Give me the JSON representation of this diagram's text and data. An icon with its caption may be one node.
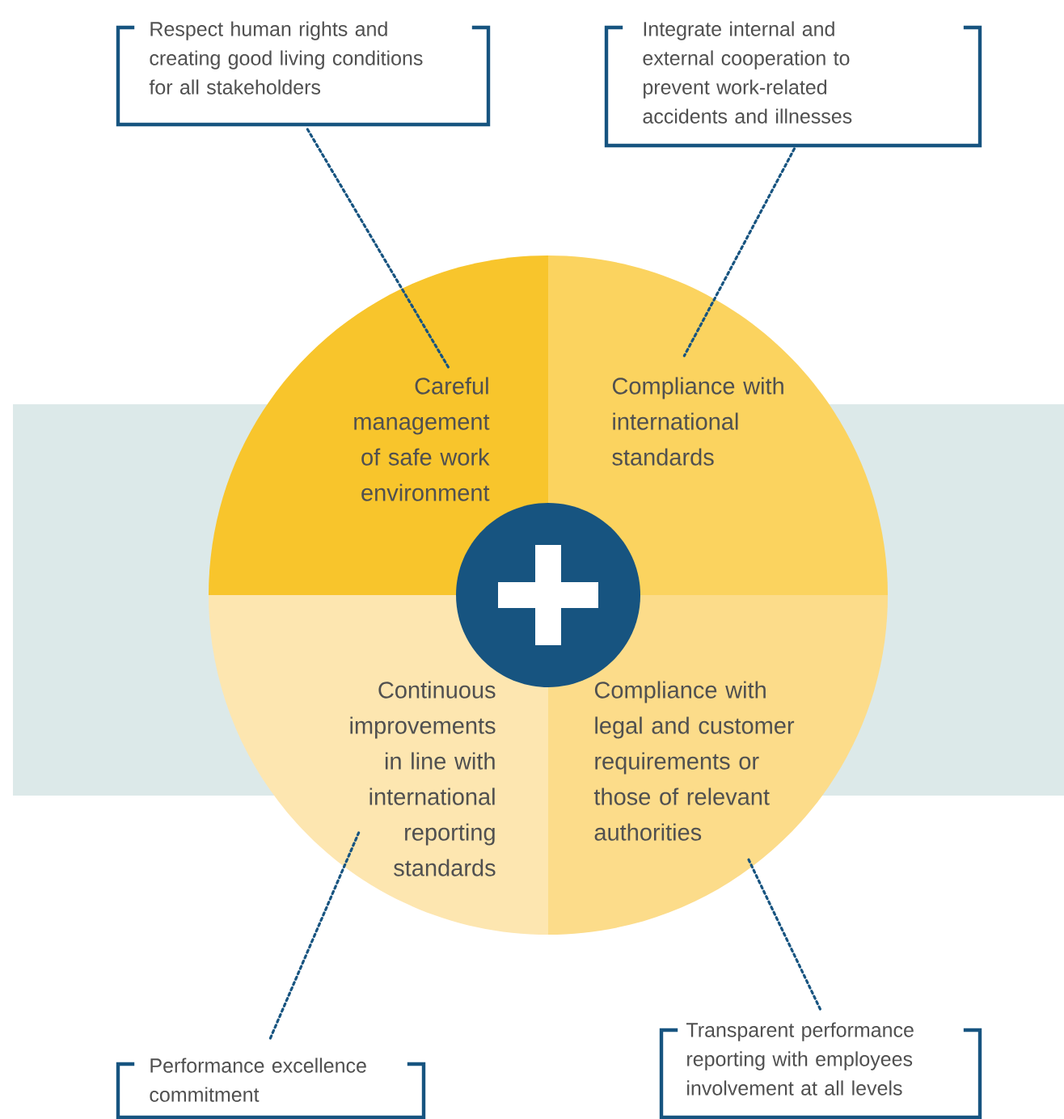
{
  "diagram": {
    "nodes": [
      {
        "text": [
          "Respect human rights and creating good living conditions for all stakeholders"
        ]
      },
      {
        "text": [
          "Integrate internal and external cooperation to prevent work-related accidents and illnesses"
        ]
      },
      {
        "text": [
          "Careful management of safe work environment"
        ]
      },
      {
        "text": [
          "Compliance with international standards"
        ]
      },
      {
        "text": [
          "Continuous improvements in line with international reporting standards"
        ]
      },
      {
        "text": [
          "Compliance with legal and customer requirements or those of relevant authorities"
        ]
      },
      {
        "text": [],
        "shape": "circle"
      },
      {
        "text": [
          "Performance excellence commitment"
        ]
      },
      {
        "text": [
          "Transparent performance reporting with employees involvement at all levels"
        ]
      }
    ],
    "edges": [
      {
        "from": 0,
        "to": 2,
        "arrow": "none"
      },
      {
        "from": 1,
        "to": 3,
        "arrow": "none"
      },
      {
        "from": 7,
        "to": 4,
        "arrow": "none"
      },
      {
        "from": 8,
        "to": 5,
        "arrow": "none"
      }
    ]
  }
}
